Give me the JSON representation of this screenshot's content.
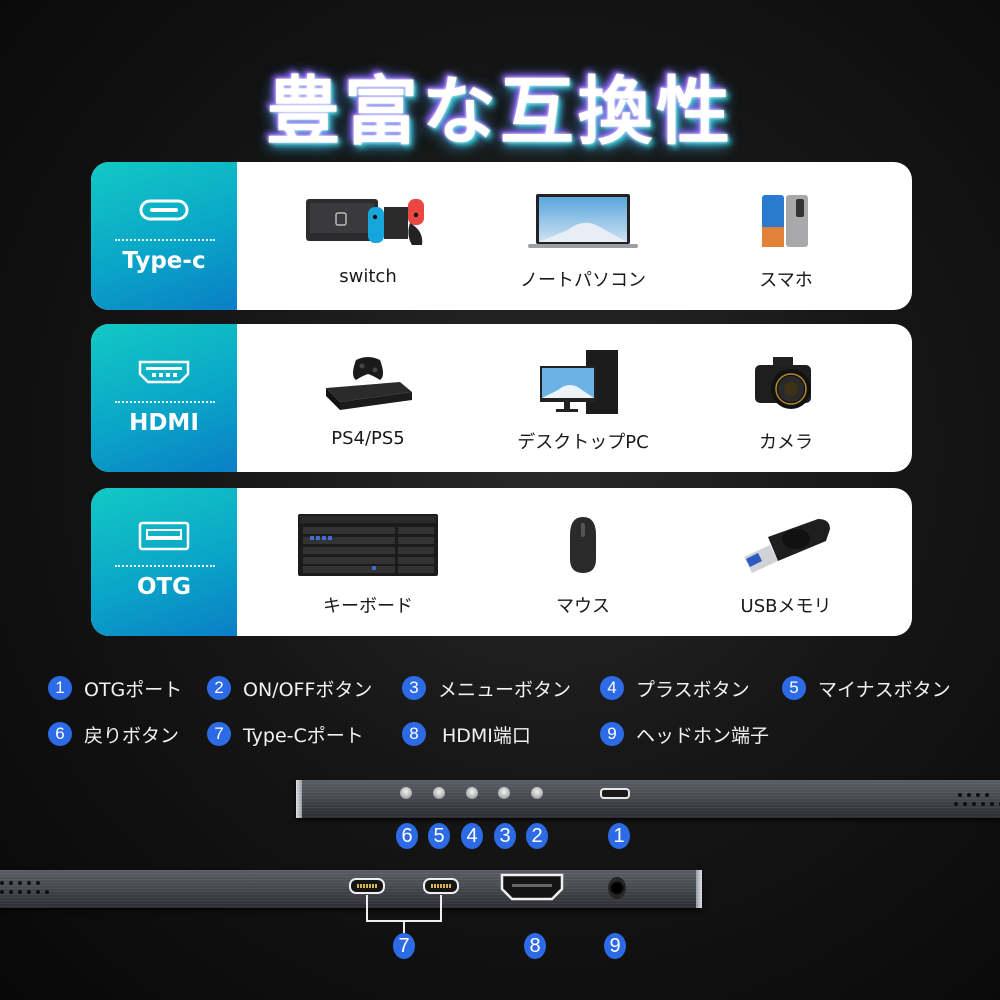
{
  "title": "豊富な互換性",
  "colors": {
    "accent_gradient_start": "#12c9c4",
    "accent_gradient_end": "#0a7fc5",
    "badge_blue": "#2d6be6",
    "card_bg": "#ffffff",
    "page_bg": "#121212"
  },
  "categories": [
    {
      "label": "Type-c",
      "icon": "usb-type-c-port-icon",
      "devices": [
        {
          "label": "switch",
          "icon": "game-console-switch-image"
        },
        {
          "label": "ノートパソコン",
          "icon": "laptop-image"
        },
        {
          "label": "スマホ",
          "icon": "smartphone-image"
        }
      ]
    },
    {
      "label": "HDMI",
      "icon": "hdmi-port-icon",
      "devices": [
        {
          "label": "PS4/PS5",
          "icon": "game-console-image"
        },
        {
          "label": "デスクトップPC",
          "icon": "desktop-pc-image"
        },
        {
          "label": "カメラ",
          "icon": "camera-image"
        }
      ]
    },
    {
      "label": "OTG",
      "icon": "usb-a-port-icon",
      "devices": [
        {
          "label": "キーボード",
          "icon": "keyboard-image"
        },
        {
          "label": "マウス",
          "icon": "mouse-image"
        },
        {
          "label": "USBメモリ",
          "icon": "usb-memory-image"
        }
      ]
    }
  ],
  "legend": [
    {
      "num": "1",
      "label": "OTGポート"
    },
    {
      "num": "2",
      "label": "ON/OFFボタン"
    },
    {
      "num": "3",
      "label": "メニューボタン"
    },
    {
      "num": "4",
      "label": "プラスボタン"
    },
    {
      "num": "5",
      "label": "マイナスボタン"
    },
    {
      "num": "6",
      "label": "戻りボタン"
    },
    {
      "num": "7",
      "label": "Type-Cポート"
    },
    {
      "num": "8",
      "label": "HDMI端口"
    },
    {
      "num": "9",
      "label": "ヘッドホン端子"
    }
  ],
  "diagram": {
    "top_edge_callouts": [
      "6",
      "5",
      "4",
      "3",
      "2",
      "1"
    ],
    "bottom_edge_callouts": [
      "7",
      "8",
      "9"
    ]
  }
}
